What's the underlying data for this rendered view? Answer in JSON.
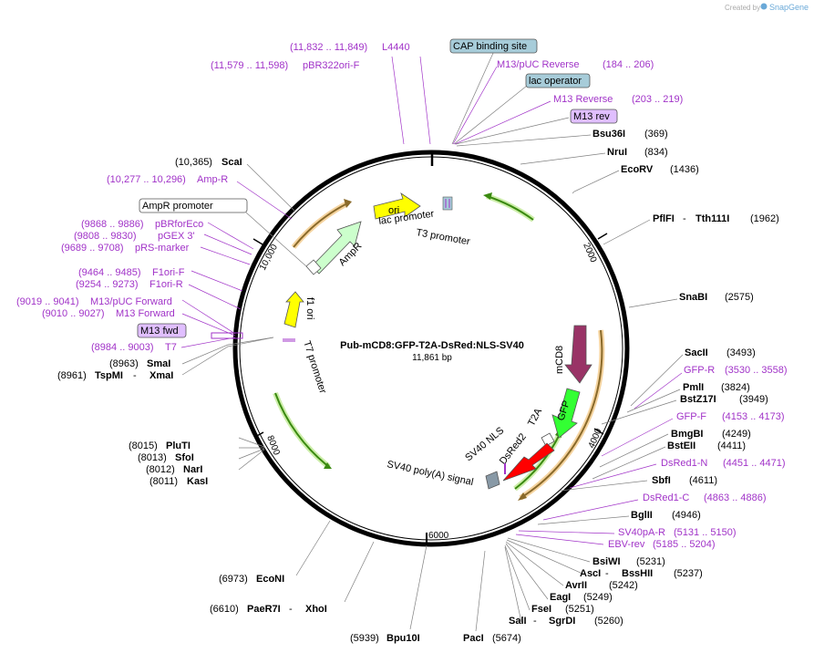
{
  "watermark": {
    "text": "Created by",
    "brand": "SnapGene"
  },
  "plasmid": {
    "name": "Pub-mCD8:GFP-T2A-DsRed:NLS-SV40",
    "length": "11,861 bp"
  },
  "ticks": [
    "2000",
    "4000",
    "6000",
    "8000",
    "10,000"
  ],
  "features": {
    "ori": "ori",
    "lac_promoter": "lac promoter",
    "t3_promoter": "T3 promoter",
    "ampr": "AmpR",
    "f1_ori": "f1 ori",
    "t7_promoter": "T7 promoter",
    "mcd8": "mCD8",
    "gfp": "GFP",
    "t2a": "T2A",
    "dsred2": "DsRed2",
    "sv40_nls": "SV40 NLS",
    "sv40_polya": "SV40 poly(A) signal"
  },
  "boxed": {
    "cap": "CAP binding site",
    "lac_op": "lac operator",
    "m13rev": "M13 rev",
    "ampr_prom": "AmpR promoter",
    "m13fwd": "M13 fwd"
  },
  "labels": {
    "l4440": {
      "pos": "(11,832 .. 11,849)",
      "name": "L4440"
    },
    "pbr322": {
      "pos": "(11,579 .. 11,598)",
      "name": "pBR322ori-F"
    },
    "m13puc_rev": {
      "name": "M13/pUC Reverse",
      "pos": "(184 .. 206)"
    },
    "m13_reverse": {
      "name": "M13 Reverse",
      "pos": "(203 .. 219)"
    },
    "bsu36i": {
      "name": "Bsu36I",
      "pos": "(369)"
    },
    "nrui": {
      "name": "NruI",
      "pos": "(834)"
    },
    "ecorv": {
      "name": "EcoRV",
      "pos": "(1436)"
    },
    "pflfi": {
      "name": "PflFI",
      "sep": " - ",
      "name2": "Tth111I",
      "pos": "(1962)"
    },
    "snabi": {
      "name": "SnaBI",
      "pos": "(2575)"
    },
    "sacii": {
      "name": "SacII",
      "pos": "(3493)"
    },
    "gfpr": {
      "name": "GFP-R",
      "pos": "(3530 .. 3558)"
    },
    "pmli": {
      "name": "PmlI",
      "pos": "(3824)"
    },
    "bstz17i": {
      "name": "BstZ17I",
      "pos": "(3949)"
    },
    "gfpf": {
      "name": "GFP-F",
      "pos": "(4153 .. 4173)"
    },
    "bmgbi": {
      "name": "BmgBI",
      "pos": "(4249)"
    },
    "bsteii": {
      "name": "BstEII",
      "pos": "(4411)"
    },
    "dsred1n": {
      "name": "DsRed1-N",
      "pos": "(4451 .. 4471)"
    },
    "sbfi": {
      "name": "SbfI",
      "pos": "(4611)"
    },
    "dsred1c": {
      "name": "DsRed1-C",
      "pos": "(4863 .. 4886)"
    },
    "bglii": {
      "name": "BglII",
      "pos": "(4946)"
    },
    "sv40par": {
      "name": "SV40pA-R",
      "pos": "(5131 .. 5150)"
    },
    "ebvrev": {
      "name": "EBV-rev",
      "pos": "(5185 .. 5204)"
    },
    "bsiwi": {
      "name": "BsiWI",
      "pos": "(5231)"
    },
    "asci": {
      "name": "AscI",
      "sep": " - ",
      "name2": "BssHII",
      "pos": "(5237)"
    },
    "avrii": {
      "name": "AvrII",
      "pos": "(5242)"
    },
    "eagi": {
      "name": "EagI",
      "pos": "(5249)"
    },
    "fsei": {
      "name": "FseI",
      "pos": "(5251)"
    },
    "sali": {
      "name": "SalI",
      "sep": " - ",
      "name2": "SgrDI",
      "pos": "(5260)"
    },
    "paci": {
      "name": "PacI",
      "pos": "(5674)"
    },
    "bpu10i": {
      "pos": "(5939)",
      "name": "Bpu10I"
    },
    "paer7i": {
      "pos": "(6610)",
      "name": "PaeR7I",
      "sep": " - ",
      "name2": "XhoI"
    },
    "econi": {
      "pos": "(6973)",
      "name": "EcoNI"
    },
    "kasi": {
      "pos": "(8011)",
      "name": "KasI"
    },
    "nari": {
      "pos": "(8012)",
      "name": "NarI"
    },
    "sfoi": {
      "pos": "(8013)",
      "name": "SfoI"
    },
    "pluti": {
      "pos": "(8015)",
      "name": "PluTI"
    },
    "tspmi": {
      "pos": "(8961)",
      "name": "TspMI",
      "sep": " - ",
      "name2": "XmaI"
    },
    "smai": {
      "pos": "(8963)",
      "name": "SmaI"
    },
    "t7": {
      "pos": "(8984 .. 9003)",
      "name": "T7"
    },
    "m13forward": {
      "pos": "(9010 .. 9027)",
      "name": "M13 Forward"
    },
    "m13pucf": {
      "pos": "(9019 .. 9041)",
      "name": "M13/pUC Forward"
    },
    "f1orir": {
      "pos": "(9254 .. 9273)",
      "name": "F1ori-R"
    },
    "f1orif": {
      "pos": "(9464 .. 9485)",
      "name": "F1ori-F"
    },
    "prs": {
      "pos": "(9689 .. 9708)",
      "name": "pRS-marker"
    },
    "pgex": {
      "pos": "(9808 .. 9830)",
      "name": "pGEX 3'"
    },
    "pbrfor": {
      "pos": "(9868 .. 9886)",
      "name": "pBRforEco"
    },
    "ampr_r": {
      "pos": "(10,277 .. 10,296)",
      "name": "Amp-R"
    },
    "scai": {
      "pos": "(10,365)",
      "name": "ScaI"
    }
  },
  "colors": {
    "backbone": "#000000",
    "primer": "#a133c8",
    "ori": "#ffff00",
    "ampr": "#ccffcc",
    "mcd8": "#993366",
    "gfp": "#33ff33",
    "dsred": "#ff0000",
    "box_blue": "#a7ccd9",
    "box_purple": "#e0bfff",
    "promoter_gray": "#8899a6",
    "olive_arrow": "#668800"
  }
}
